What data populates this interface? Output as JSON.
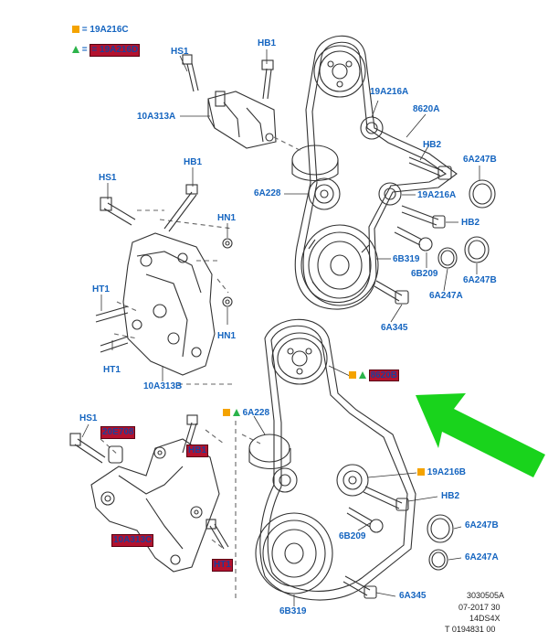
{
  "colors": {
    "callout": "#1565c0",
    "highlight": "#b3122e",
    "square_marker": "#f4a300",
    "triangle_marker": "#2bb34a",
    "arrow": "#19d31c",
    "line": "#333333"
  },
  "legend": {
    "square_text": "= 19A216C",
    "triangle_text": "= 19A216D"
  },
  "callouts": {
    "hs1_top": "HS1",
    "hb1_top": "HB1",
    "bracket_10a313a": "10A313A",
    "hs1_mid": "HS1",
    "hb1_mid": "HB1",
    "hn1_a": "HN1",
    "hn1_b": "HN1",
    "ht1_a": "HT1",
    "ht1_b": "HT1",
    "bracket_10a313b": "10A313B",
    "hs1_low": "HS1",
    "hl_a": "20E708",
    "hl_b": "HB1",
    "hl_c": "10A313C",
    "hl_d": "HT1",
    "tensioner_19a216a_top": "19A216A",
    "belt_8620a": "8620A",
    "hb2_top": "HB2",
    "cap_6a247b_top": "6A247B",
    "tensioner_6a228_top": "6A228",
    "idler_19a216a": "19A216A",
    "hb2_mid": "HB2",
    "pulley_6b319_top": "6B319",
    "seal_6b209_top": "6B209",
    "cap_6a247a_top": "6A247A",
    "cap_6a247b_mid": "6A247B",
    "bolt_6a345_top": "6A345",
    "belt_8620b": "8620B",
    "tensioner_6a228_low": "6A228",
    "idler_19a216b": "19A216B",
    "hb2_low": "HB2",
    "seal_6b209_low": "6B209",
    "cap_6a247b_low": "6A247B",
    "cap_6a247a_low": "6A247A",
    "bolt_6a345_low": "6A345",
    "pulley_6b319_low": "6B319"
  },
  "footer": {
    "line1": "3030505A",
    "line2": "07-2017 30",
    "line3": "14DS4X",
    "line4": "T 0194831 00"
  }
}
